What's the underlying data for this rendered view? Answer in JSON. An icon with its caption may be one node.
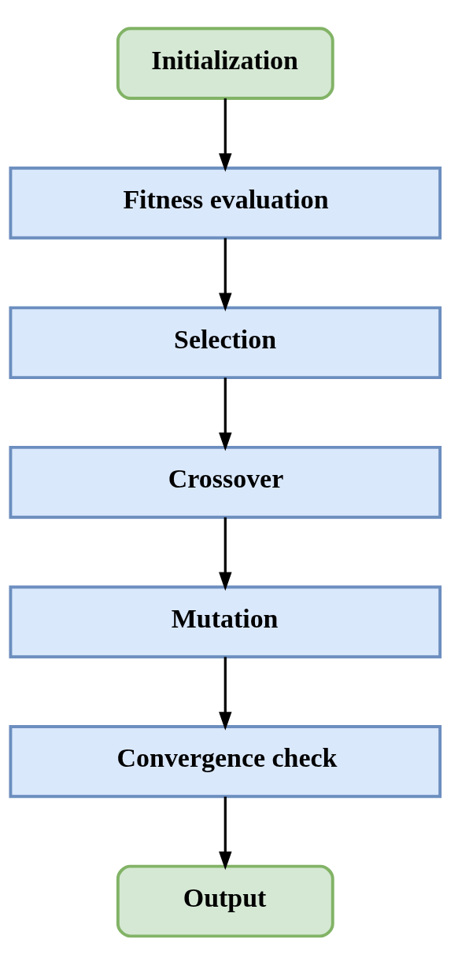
{
  "diagram": {
    "nodes": [
      {
        "text": [
          "Initialization"
        ]
      },
      {
        "text": [
          "Fitness evaluation"
        ]
      },
      {
        "text": [
          "Selection"
        ]
      },
      {
        "text": [
          "Crossover"
        ]
      },
      {
        "text": [
          "Mutation"
        ]
      },
      {
        "text": [
          "Convergence check"
        ]
      },
      {
        "text": [
          "Output"
        ]
      }
    ],
    "edges": [
      {
        "from": 0,
        "to": 1,
        "arrow": "to"
      },
      {
        "from": 1,
        "to": 2,
        "arrow": "to"
      },
      {
        "from": 2,
        "to": 3,
        "arrow": "to"
      },
      {
        "from": 3,
        "to": 4,
        "arrow": "to"
      },
      {
        "from": 4,
        "to": 5,
        "arrow": "to"
      },
      {
        "from": 5,
        "to": 6,
        "arrow": "to"
      }
    ]
  }
}
